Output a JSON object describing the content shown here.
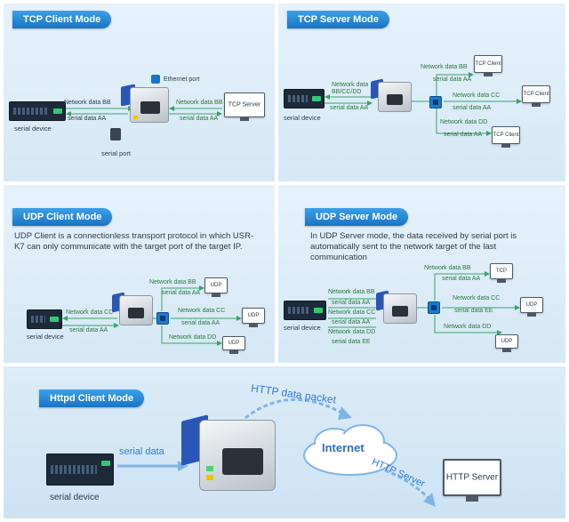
{
  "panels": {
    "tcp_client": {
      "title": "TCP Client Mode",
      "ethernet_port": "Ethernet port",
      "network_data": "Network data BB",
      "serial_data": "serial data AA",
      "network_data_right": "Network data BB",
      "serial_data_right": "serial data AA",
      "server_label": "TCP Server",
      "serial_device": "serial device",
      "serial_port": "serial port"
    },
    "tcp_server": {
      "title": "TCP Server Mode",
      "network_data_in": "Network data",
      "network_data_in2": "BB/CC/DD",
      "serial_data": "serial data AA",
      "serial_device": "serial device",
      "branches": [
        {
          "network": "Network data BB",
          "serial": "serial data AA",
          "client": "TCP Client"
        },
        {
          "network": "Network data CC",
          "serial": "serial data AA",
          "client": "TCP Client"
        },
        {
          "network": "Network data DD",
          "serial": "serial data AA",
          "client": "TCP Client"
        }
      ]
    },
    "udp_client": {
      "title": "UDP Client Mode",
      "description": "UDP Client is a connectionless transport protocol in which USR-K7 can only communicate with the target port of the target IP.",
      "network_data": "Network data CC",
      "serial_data": "serial data AA",
      "serial_device": "serial device",
      "branches": [
        {
          "network": "Network data BB",
          "serial": "serial data AA",
          "target": "UDP"
        },
        {
          "network": "Network data CC",
          "serial": "serial data AA",
          "target": "UDP"
        },
        {
          "network": "Network data DD",
          "serial": "",
          "target": "UDP"
        }
      ]
    },
    "udp_server": {
      "title": "UDP Server Mode",
      "description": "In UDP Server mode, the data received by serial port is automatically sent to the network target of the last communication",
      "serial_device": "serial device",
      "left_labels": [
        "Network data BB",
        "serial data AA",
        "Network data CC",
        "serial data AA",
        "Network data DD",
        "serial data EE"
      ],
      "branches": [
        {
          "network": "Network data BB",
          "serial": "serial data AA",
          "target": "TCP"
        },
        {
          "network": "Network data CC",
          "serial": "serial data EE",
          "target": "UDP"
        },
        {
          "network": "Network data DD",
          "serial": "",
          "target": "UDP"
        }
      ]
    },
    "httpd_client": {
      "title": "Httpd Client  Mode",
      "serial_data": "serial data",
      "http_packet": "HTTP data packet",
      "internet": "Internet",
      "http_server_arc": "HTTP Server",
      "http_server_box": "HTTP Server",
      "serial_device": "serial device"
    }
  },
  "colors": {
    "accent": "#1a74c4",
    "arrow": "#3aa36b",
    "text_green": "#2a7a3e",
    "big_blue": "#2e7bd6"
  }
}
